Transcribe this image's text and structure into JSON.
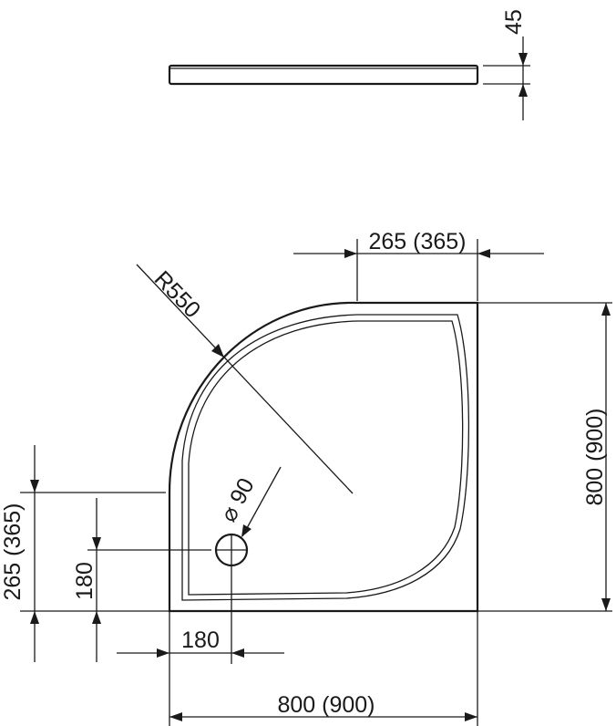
{
  "drawing": {
    "colors": {
      "line": "#1a1a1a",
      "background": "#ffffff"
    },
    "dimensions": {
      "thickness": "45",
      "corner_offset_top": "265 (365)",
      "radius": "R550",
      "width_right": "800 (900)",
      "corner_offset_left": "265 (365)",
      "drain_y": "180",
      "drain_x": "180",
      "width_bottom": "800 (900)",
      "drain_diameter": "90"
    },
    "symbols": {
      "diameter": "⌀"
    }
  }
}
